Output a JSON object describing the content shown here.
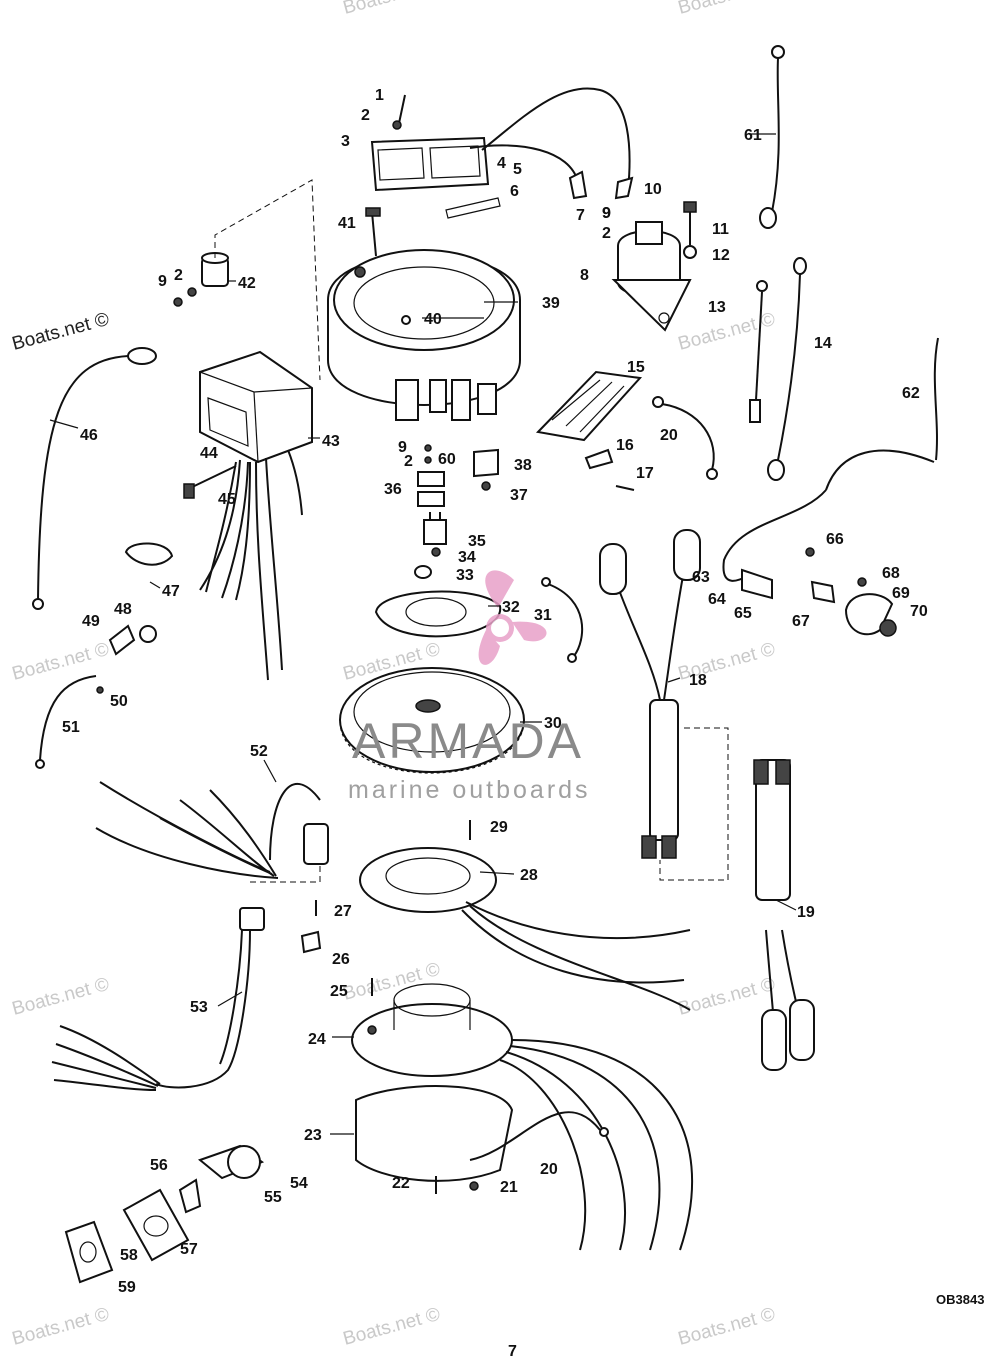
{
  "watermark": "Boats.net ©",
  "brand": {
    "name": "ARMADA",
    "tagline": "marine outboards",
    "logo_color": "#e8a0c8"
  },
  "drawing_code": "OB3843",
  "page_number": "7",
  "labels": [
    "1",
    "2",
    "3",
    "4",
    "5",
    "6",
    "7",
    "8",
    "9",
    "10",
    "11",
    "12",
    "13",
    "14",
    "15",
    "16",
    "17",
    "18",
    "19",
    "20",
    "20",
    "21",
    "22",
    "23",
    "24",
    "25",
    "26",
    "27",
    "28",
    "29",
    "30",
    "31",
    "32",
    "33",
    "34",
    "35",
    "36",
    "37",
    "38",
    "39",
    "40",
    "41",
    "42",
    "43",
    "44",
    "45",
    "46",
    "47",
    "48",
    "49",
    "50",
    "51",
    "52",
    "53",
    "54",
    "55",
    "56",
    "57",
    "58",
    "59",
    "60",
    "61",
    "62",
    "63",
    "64",
    "65",
    "66",
    "67",
    "68",
    "69",
    "70",
    "2",
    "2",
    "2",
    "9",
    "9",
    "9"
  ]
}
